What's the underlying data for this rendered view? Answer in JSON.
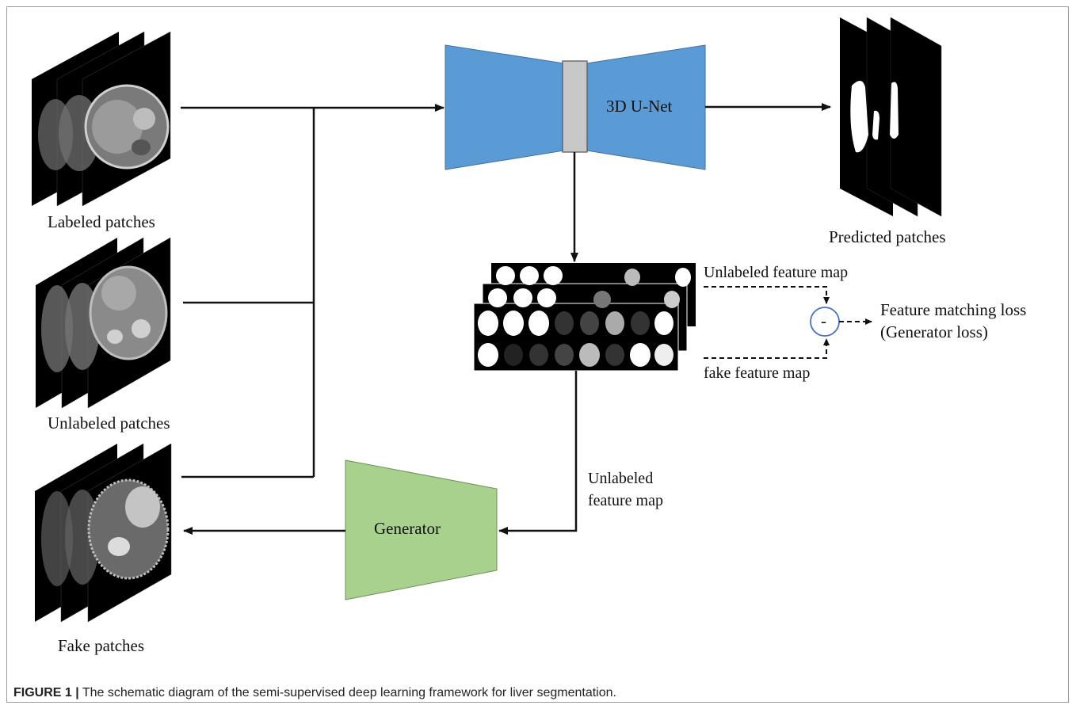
{
  "diagram": {
    "labeled_patches": "Labeled patches",
    "unlabeled_patches": "Unlabeled patches",
    "fake_patches": "Fake patches",
    "predicted_patches": "Predicted patches",
    "unet_label": "3D U-Net",
    "unlabeled_feature_map_right": "Unlabeled  feature  map",
    "fake_feature_map": "fake feature map",
    "loss_line1": "Feature matching loss",
    "loss_line2": "(Generator loss)",
    "minus_symbol": "-",
    "unlabeled_feature_map_bottom_line1": "Unlabeled",
    "unlabeled_feature_map_bottom_line2": "feature map",
    "generator_label": "Generator"
  },
  "colors": {
    "unet_blue": "#5b9bd5",
    "bottleneck_gray": "#c8c8c8",
    "generator_green": "#a9d18e",
    "circle_blue": "#4472c4"
  },
  "caption": {
    "prefix": "FIGURE 1 |",
    "text": " The schematic diagram of the semi-supervised deep learning framework for liver segmentation."
  }
}
